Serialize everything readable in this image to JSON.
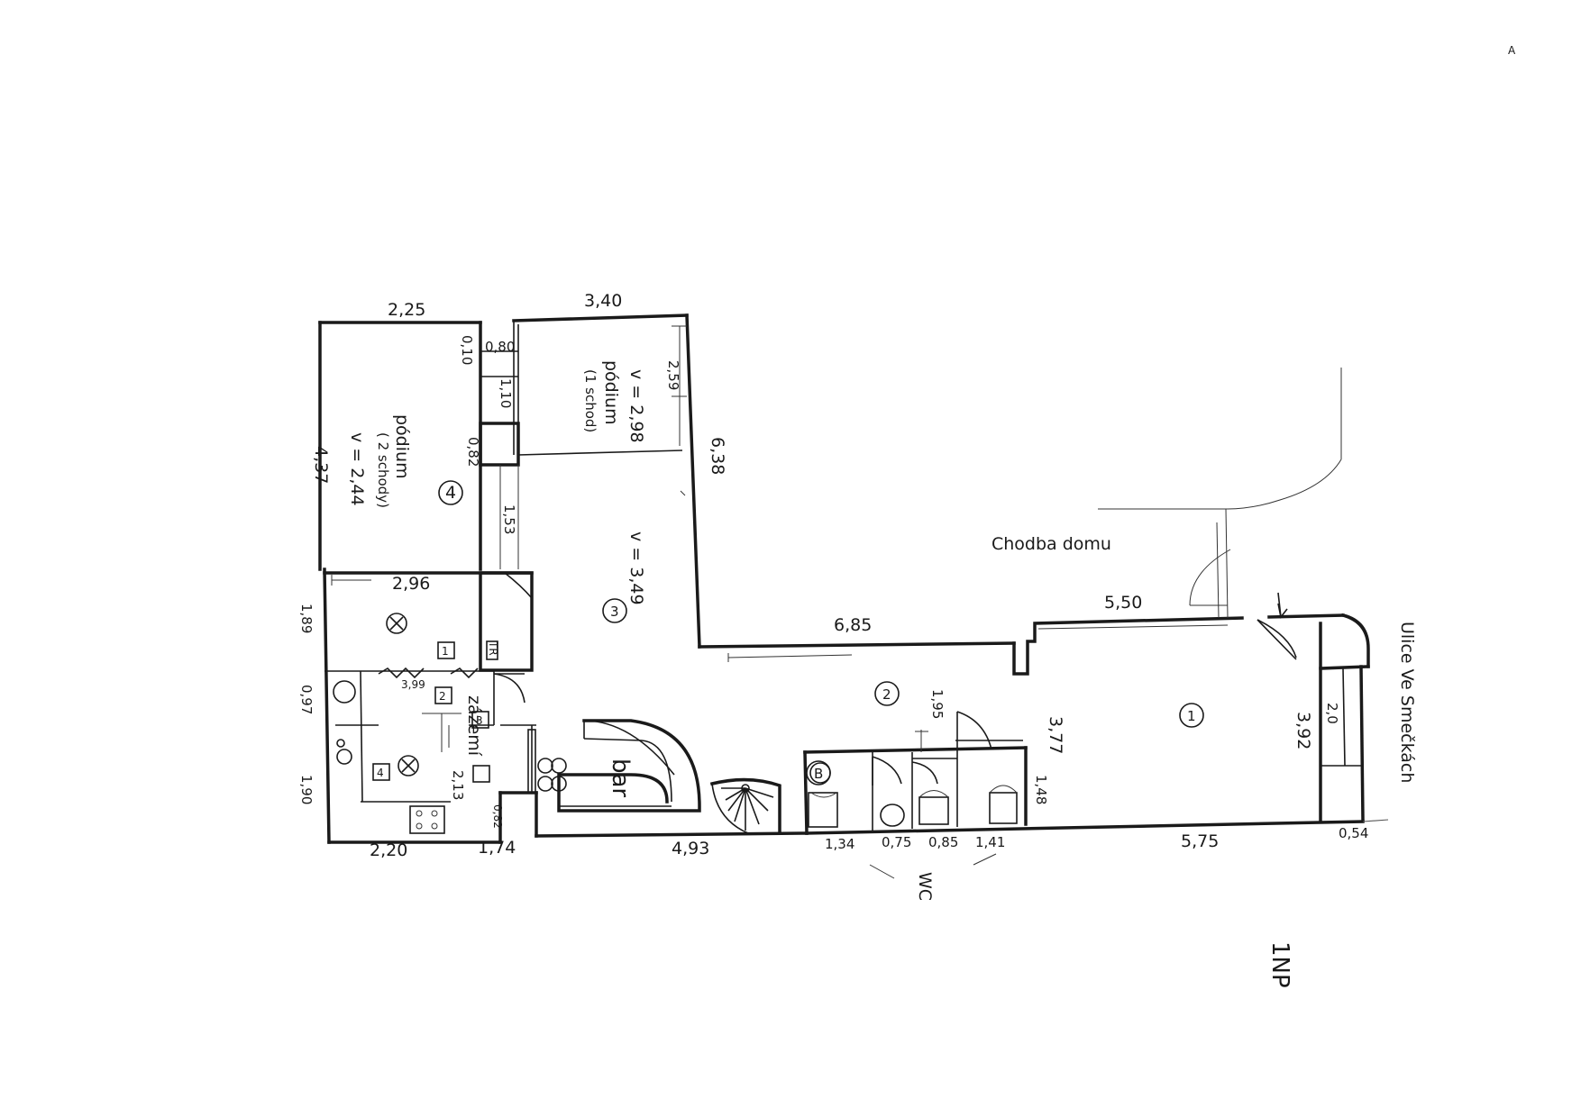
{
  "dimensions": {
    "top_left_width": "2,25",
    "top_mid_width": "3,40",
    "left_height": "4,37",
    "right_depth": "6,38",
    "lobby_top": "6,85",
    "room1_top": "5,50",
    "small_0_10": "0,10",
    "small_0_80": "0,80",
    "small_1_10": "1,10",
    "small_0_82_a": "0,82",
    "small_1_53": "1,53",
    "small_2_59": "2,59",
    "room_2_96": "2,96",
    "left_1_89": "1,89",
    "left_0_97": "0,97",
    "left_1_90": "1,90",
    "stair_3_99": "3,99",
    "kitchen_2_13": "2,13",
    "kitchen_0_82": "0,82",
    "bottom_2_20": "2,20",
    "bottom_1_74": "1,74",
    "bottom_4_93": "4,93",
    "bottom_1_34": "1,34",
    "bottom_0_75": "0,75",
    "bottom_0_85": "0,85",
    "bottom_1_41": "1,41",
    "bottom_5_75": "5,75",
    "bottom_0_54": "0,54",
    "wc_1_95": "1,95",
    "wc_1_48": "1,48",
    "room1_3_77": "3,77",
    "room1_3_92": "3,92",
    "room1_2_0": "2,0"
  },
  "rooms": {
    "room4_title": "pódium",
    "room4_sub": "( 2 schody)",
    "room4_height": "v = 2,44",
    "room4_num": "4",
    "podium_title": "pódium",
    "podium_sub": "(1 schod)",
    "podium_height": "v = 2,98",
    "room3_height": "v = 3,49",
    "room3_num": "3",
    "room2_num": "2",
    "room1_num": "1",
    "bar_label": "bar",
    "zazemi_label": "zázemí",
    "tr_label": "TR",
    "b_label": "B",
    "small_1": "1",
    "small_2": "2",
    "small_3": "3",
    "small_4": "4"
  },
  "annotations": {
    "corridor": "Chodba domu",
    "street": "Ulice  Ve Smečkách",
    "wc": "WC",
    "floor": "1NP",
    "corner_mark": "A"
  }
}
